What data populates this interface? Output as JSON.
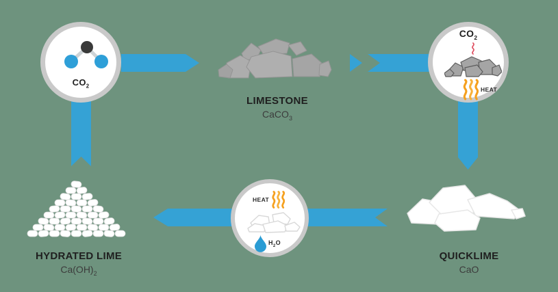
{
  "colors": {
    "background": "#6e937e",
    "arrow": "#35a2d5",
    "bubble_border": "#c9c9c9",
    "bubble_fill": "#ffffff",
    "rock_gray": "#a8a8a8",
    "lime_white": "#ffffff",
    "heat_orange": "#f5a01e",
    "vapor_red": "#e05263",
    "water_blue": "#2a9cd4",
    "molecule_dark": "#3a3a3a",
    "text": "#1f1f1f"
  },
  "limestone": {
    "name": "LIMESTONE",
    "formula_base": "CaCO",
    "formula_sub": "3"
  },
  "quicklime": {
    "name": "QUICKLIME",
    "formula_base": "CaO"
  },
  "hydrated_lime": {
    "name": "HYDRATED LIME",
    "formula_base": "Ca(OH)",
    "formula_sub": "2"
  },
  "co2_bubble": {
    "base": "CO",
    "sub": "2"
  },
  "kiln_bubble": {
    "co2_base": "CO",
    "co2_sub": "2",
    "heat": "HEAT"
  },
  "slaking_bubble": {
    "heat": "HEAT",
    "water_base": "H",
    "water_sub": "2",
    "water_post": "O"
  }
}
